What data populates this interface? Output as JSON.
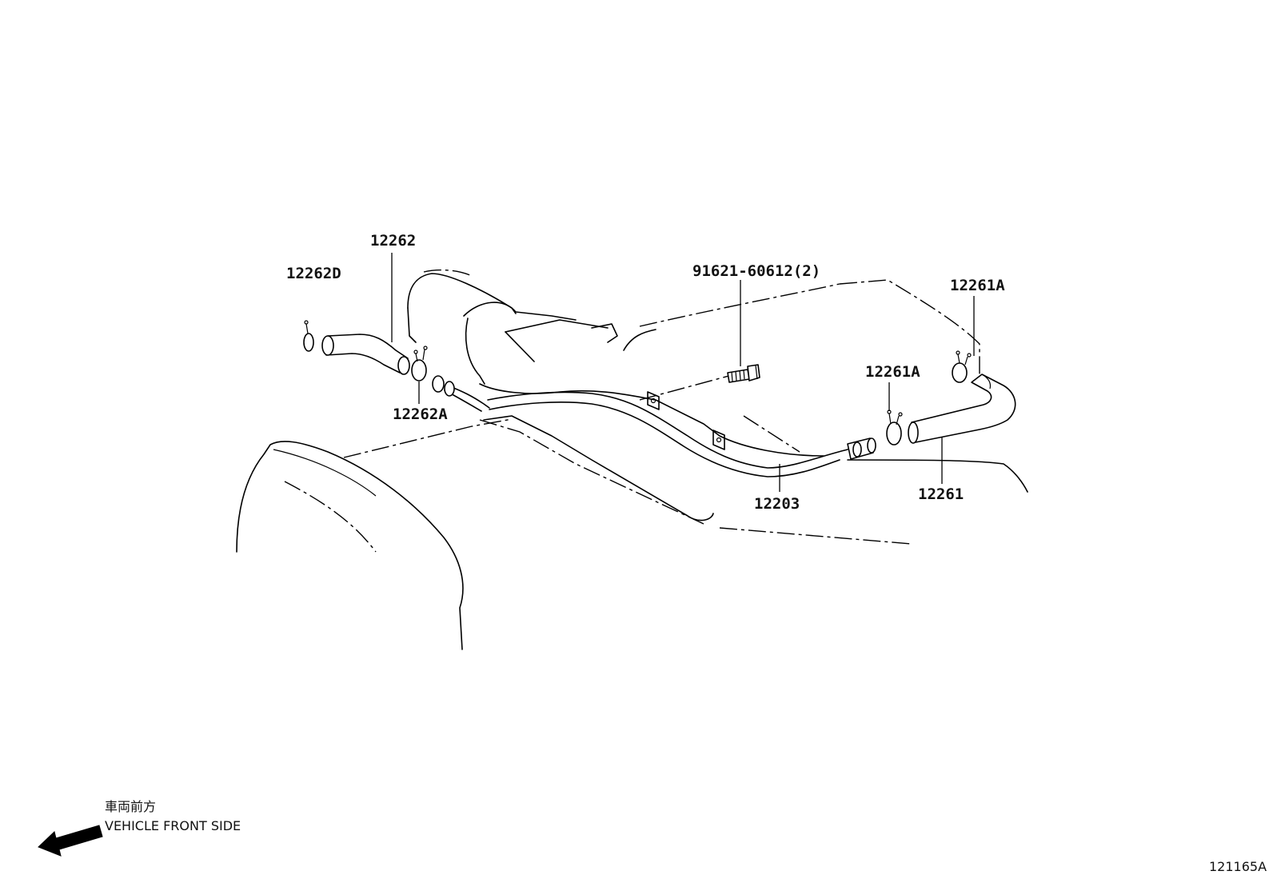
{
  "callouts": {
    "p12262D": "12262D",
    "p12262": "12262",
    "p12262A": "12262A",
    "p91621": "91621-60612(2)",
    "p12261A_top": "12261A",
    "p12261A_mid": "12261A",
    "p12203": "12203",
    "p12261": "12261"
  },
  "direction_note": {
    "line_jp": "車両前方",
    "line_en": "VEHICLE FRONT SIDE"
  },
  "diagram_code": "121165A"
}
